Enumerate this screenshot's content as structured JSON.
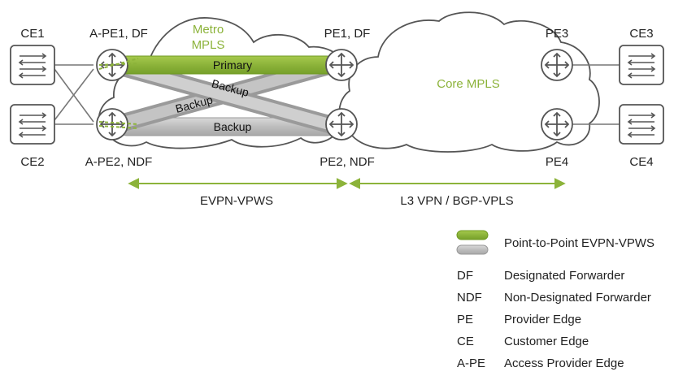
{
  "colors": {
    "green": "#8cb33a",
    "gray_tube": "#bdbdbd",
    "outline": "#555555",
    "text": "#222222"
  },
  "nodes": {
    "ce1": "CE1",
    "ce2": "CE2",
    "ce3": "CE3",
    "ce4": "CE4",
    "ape1": "A-PE1, DF",
    "ape2": "A-PE2, NDF",
    "pe1": "PE1, DF",
    "pe2": "PE2, NDF",
    "pe3": "PE3",
    "pe4": "PE4"
  },
  "clouds": {
    "metro": [
      "Metro",
      "MPLS"
    ],
    "core": "Core MPLS"
  },
  "tunnels": {
    "primary": "Primary",
    "backup_cross_down": "Backup",
    "backup_cross_up": "Backup",
    "backup_bottom": "Backup"
  },
  "spans": {
    "evpn": "EVPN-VPWS",
    "l3vpn": "L3 VPN / BGP-VPLS"
  },
  "legend": {
    "tube_label": "Point-to-Point EVPN-VPWS",
    "items": [
      {
        "abbr": "DF",
        "text": "Designated Forwarder"
      },
      {
        "abbr": "NDF",
        "text": "Non-Designated Forwarder"
      },
      {
        "abbr": "PE",
        "text": "Provider Edge"
      },
      {
        "abbr": "CE",
        "text": "Customer Edge"
      },
      {
        "abbr": "A-PE",
        "text": "Access Provider Edge"
      }
    ]
  }
}
